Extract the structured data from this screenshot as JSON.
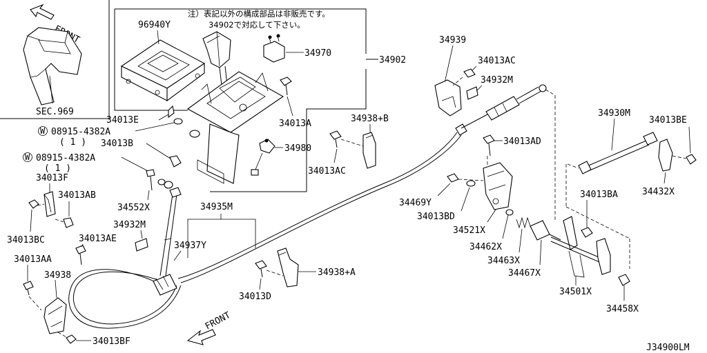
{
  "note": {
    "line1": "注）表記以外の構成部品は非販売です。",
    "line2": "34902で対応して下さい。"
  },
  "front_top": "FRONT",
  "front_bottom": "FRONT",
  "sec_label": "SEC.969",
  "diagram_id": "J34900LM",
  "labels": {
    "p96940y": "96940Y",
    "p34970": "34970",
    "p34902": "34902",
    "p34939": "34939",
    "p34013ac_top": "34013AC",
    "p34932m_top": "34932M",
    "p34013e": "34013E",
    "p08915a_w": "W",
    "p08915a": "08915-4382A",
    "p08915a_q": "( 1 )",
    "p34013b": "34013B",
    "p08915b_w": "W",
    "p08915b": "08915-4382A",
    "p08915b_q": "( 1 )",
    "p34013a": "34013A",
    "p34938b": "34938+B",
    "p34980": "34980",
    "p34013ac_mid": "34013AC",
    "p34013ad": "34013AD",
    "p34930m": "34930M",
    "p34013be": "34013BE",
    "p34013f": "34013F",
    "p34013ab": "34013AB",
    "p34552x": "34552X",
    "p34469y": "34469Y",
    "p34013bd": "34013BD",
    "p34013ba": "34013BA",
    "p34432x": "34432X",
    "p34935m": "34935M",
    "p34013bc": "34013BC",
    "p34932m_left": "34932M",
    "p34013ae": "34013AE",
    "p34937y": "34937Y",
    "p34521x": "34521X",
    "p34462x": "34462X",
    "p34463x": "34463X",
    "p34467x": "34467X",
    "p34013aa": "34013AA",
    "p34938": "34938",
    "p34938a": "34938+A",
    "p34013d": "34013D",
    "p34501x": "34501X",
    "p34458x": "34458X",
    "p34013bf": "34013BF"
  }
}
